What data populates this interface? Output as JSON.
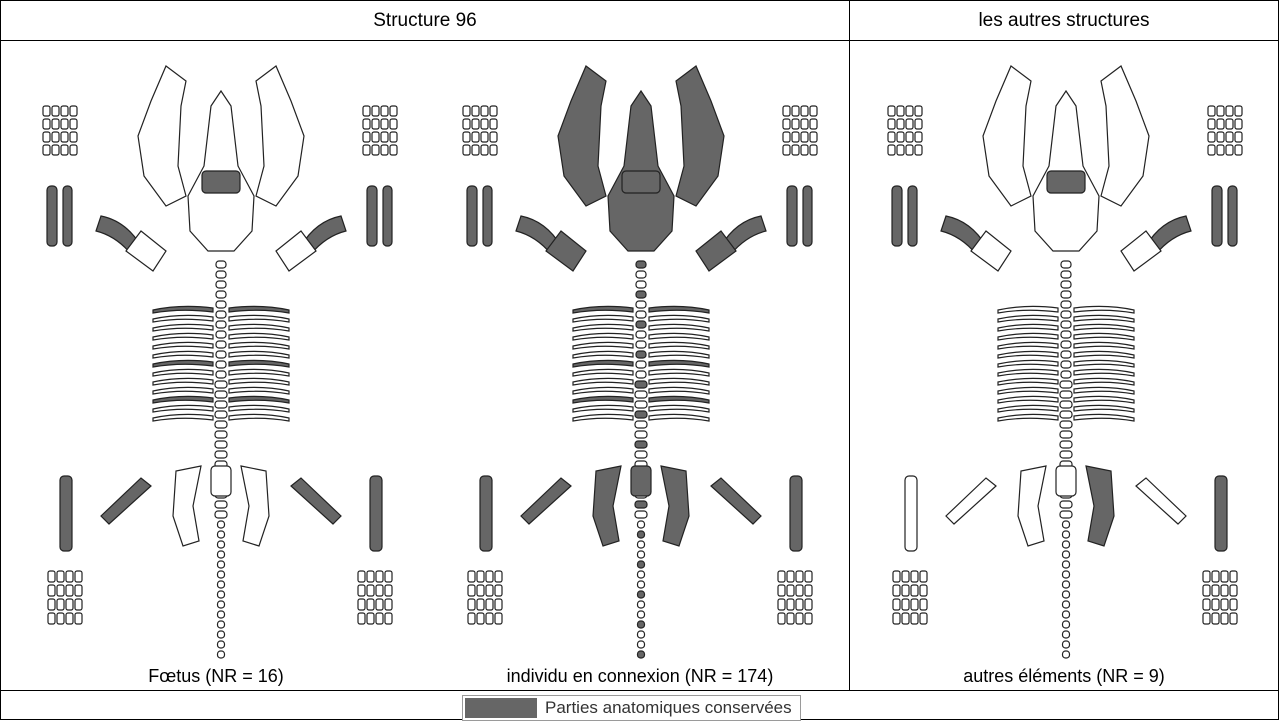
{
  "header": {
    "structure_96": "Structure 96",
    "other_structures": "les autres structures"
  },
  "panels": [
    {
      "caption": "Fœtus (NR = 16)",
      "highlight": [
        "limbs_upper_core",
        "limbs_lower_core",
        "skull_floor",
        "ribs_some",
        "femurs"
      ]
    },
    {
      "caption": "individu en connexion (NR = 174)",
      "highlight": [
        "mandibles",
        "skull",
        "scapulae",
        "limbs_upper_core",
        "limbs_lower_core",
        "ribs_some",
        "pelvis",
        "femurs",
        "vertebrae_some"
      ]
    },
    {
      "caption": "autres éléments (NR = 9)",
      "highlight": [
        "limbs_upper_core",
        "skull_floor",
        "pelvis_right",
        "limbs_lower_core_right"
      ]
    }
  ],
  "legend": {
    "label": "Parties anatomiques conservées"
  },
  "colors": {
    "preserved": "#666666",
    "outline": "#222222",
    "bone": "#ffffff"
  }
}
